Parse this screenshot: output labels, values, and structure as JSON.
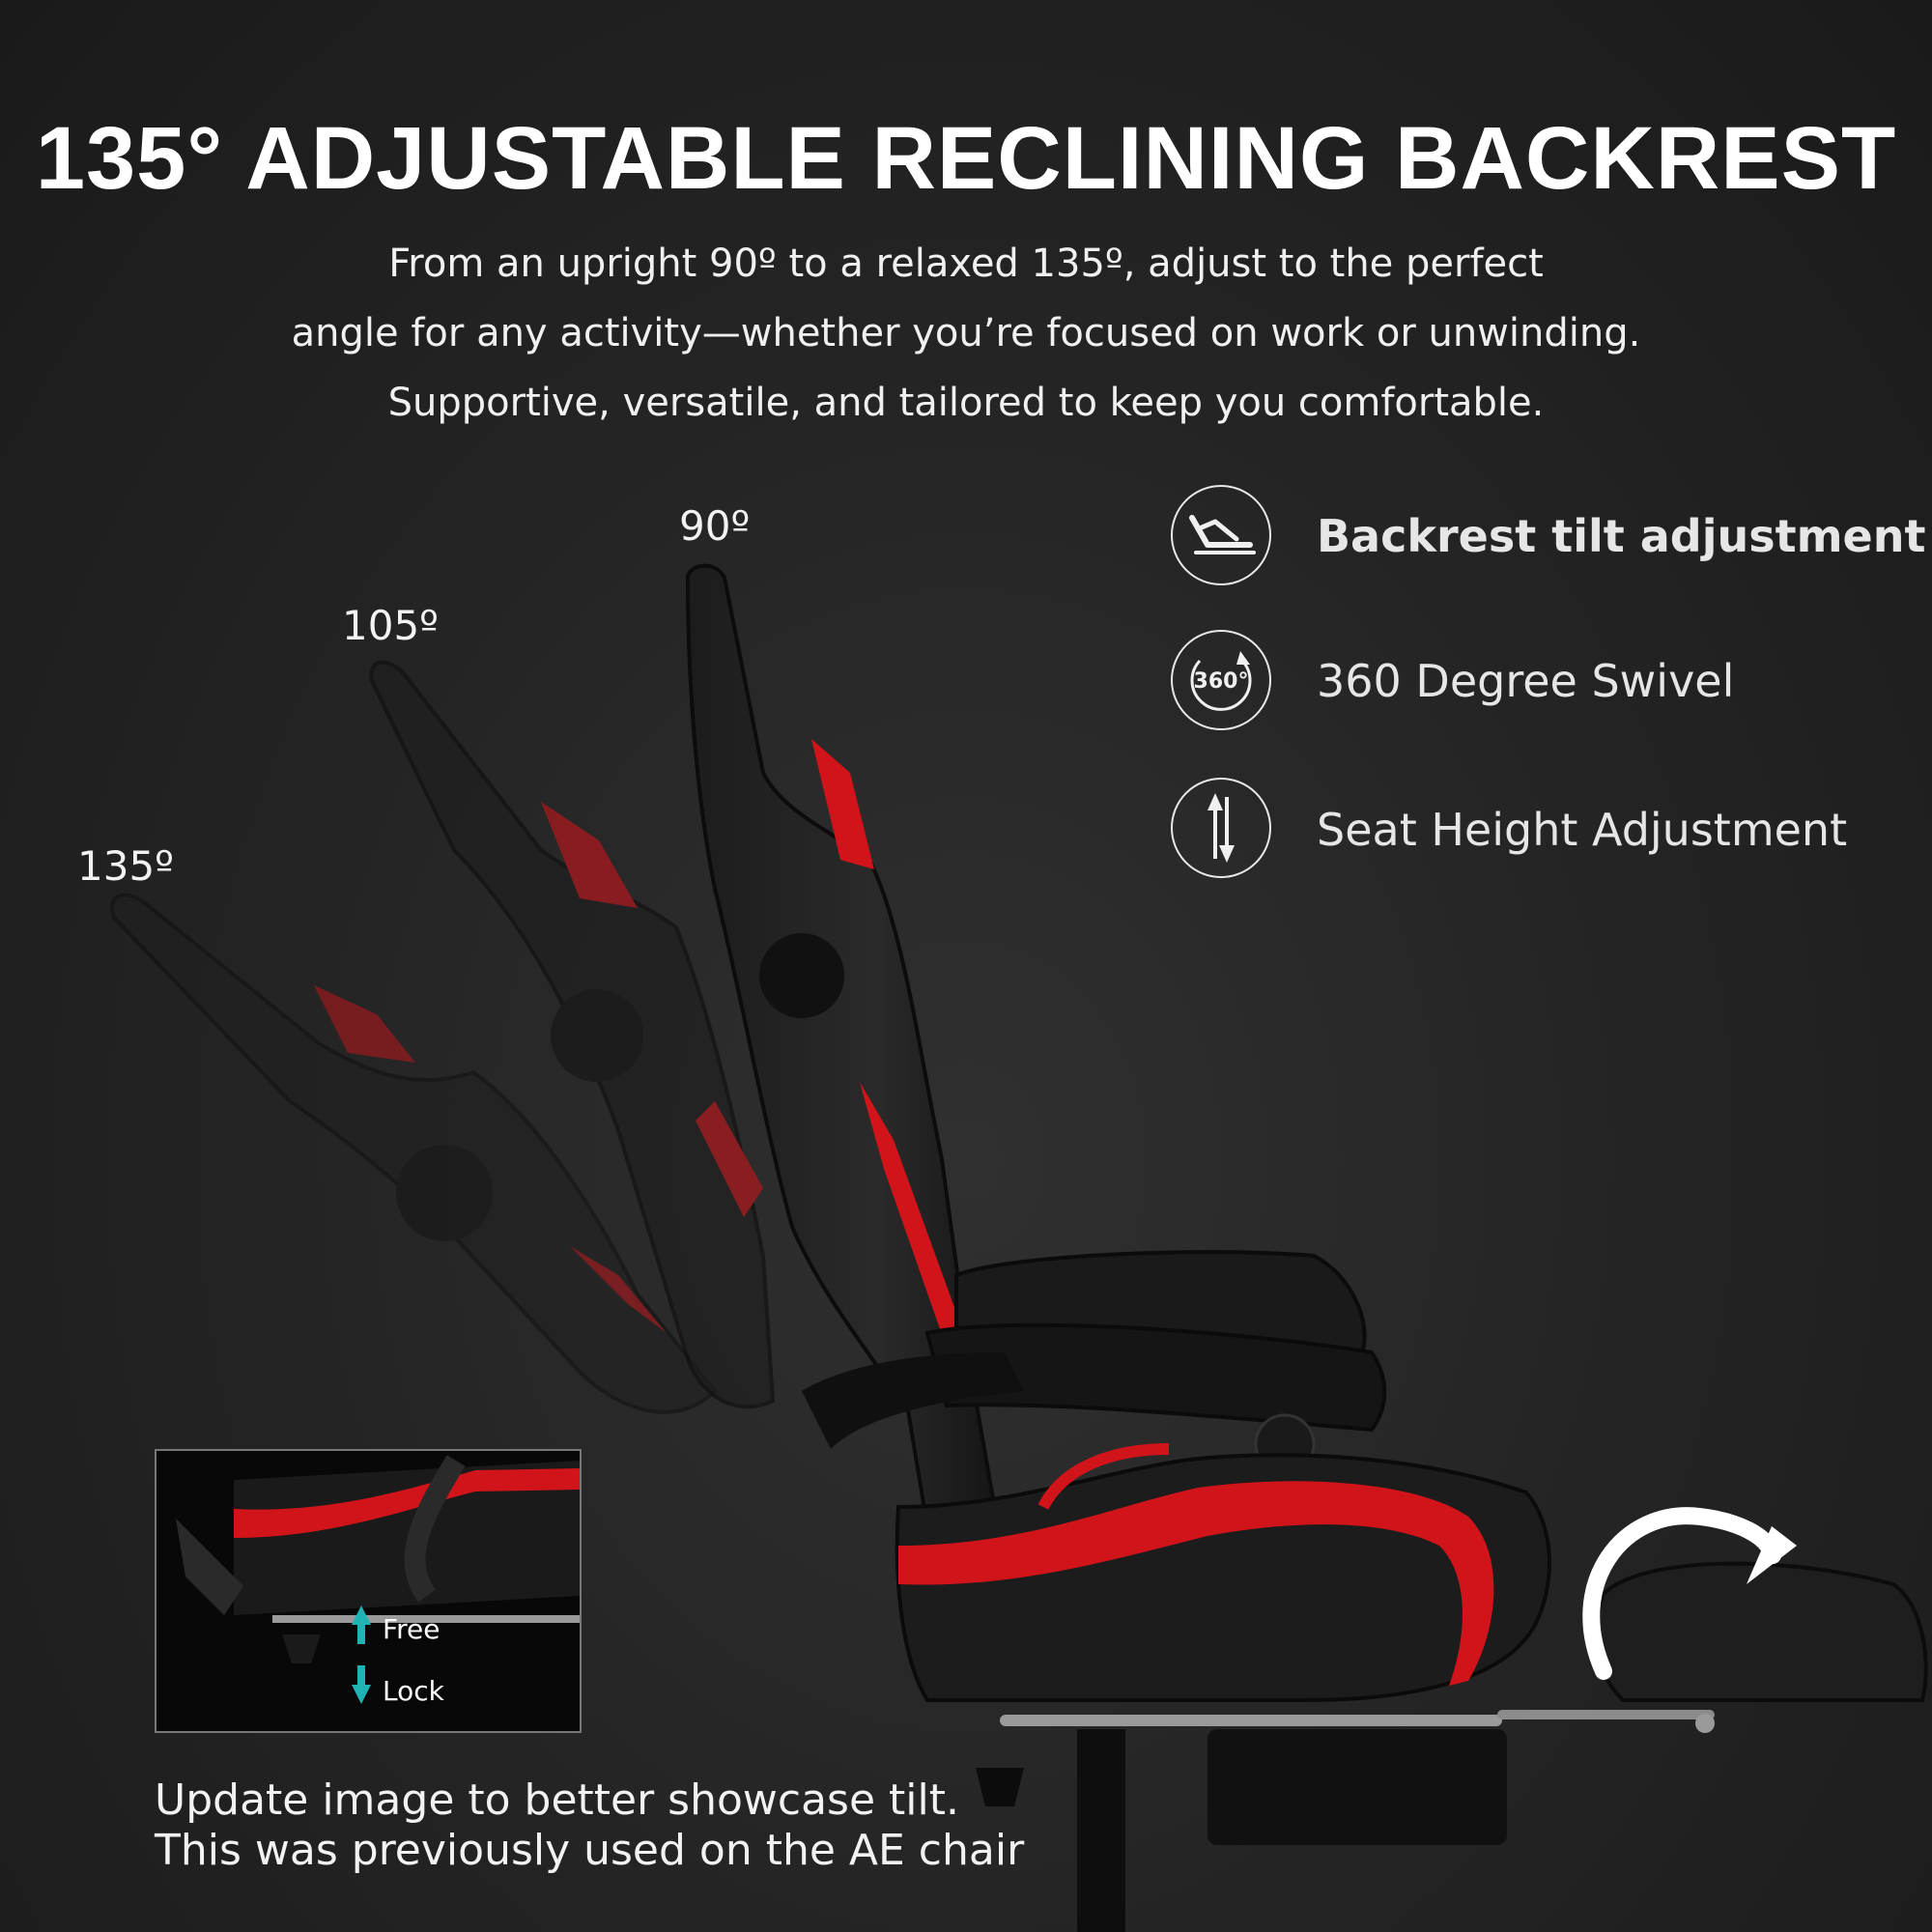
{
  "headline": "135° ADJUSTABLE RECLINING BACKREST",
  "description": [
    "From an upright 90º to a relaxed 135º, adjust to the perfect",
    "angle for any activity—whether you’re focused on work or unwinding.",
    "Supportive, versatile, and tailored to keep you comfortable."
  ],
  "angles": {
    "upright": "90º",
    "mid": "105º",
    "recline": "135º"
  },
  "features": [
    {
      "label": "Backrest tilt adjustment",
      "icon": "backrest-tilt-icon"
    },
    {
      "label": "360 Degree Swivel",
      "icon": "swivel-360-icon",
      "icon_text": "360°"
    },
    {
      "label": "Seat Height Adjustment",
      "icon": "height-adjust-icon"
    }
  ],
  "inset": {
    "free": "Free",
    "lock": "Lock"
  },
  "note": [
    "Update image to better showcase tilt.",
    "This was previously used on the AE chair"
  ],
  "colors": {
    "accent": "#d0141a",
    "background": "#262626",
    "arrow_teal": "#1fb3b3"
  }
}
